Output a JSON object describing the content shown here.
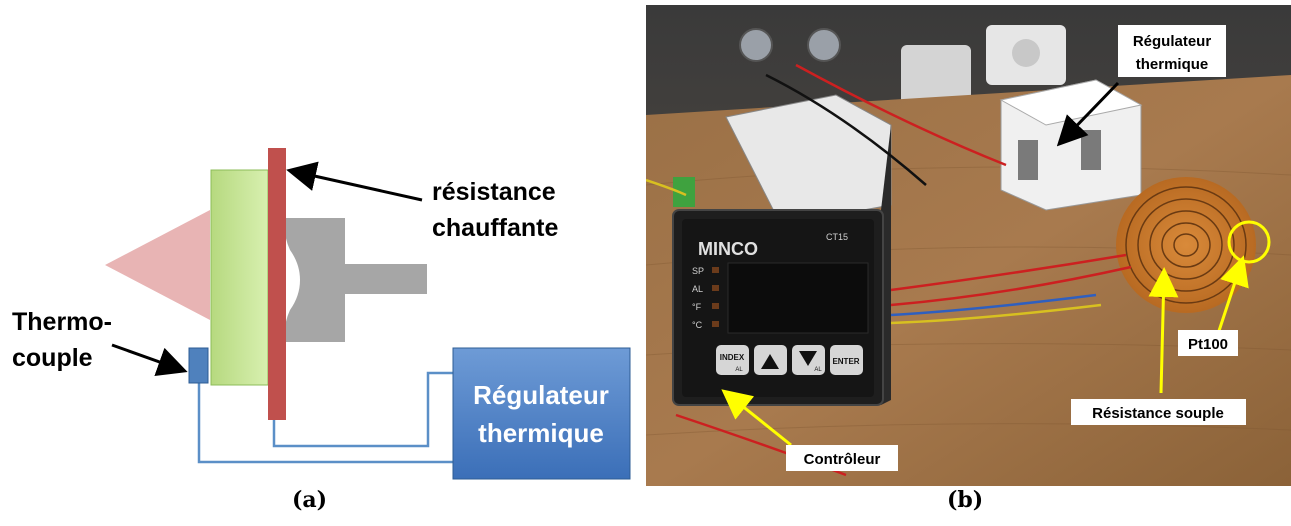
{
  "panel_a": {
    "label_resistance_line1": "résistance",
    "label_resistance_line2": "chauffante",
    "label_thermo_line1": "Thermo-",
    "label_thermo_line2": "couple",
    "regulator_line1": "Régulateur",
    "regulator_line2": "thermique",
    "caption": "(a)"
  },
  "panel_b": {
    "device_brand": "MINCO",
    "device_model": "CT15",
    "led_labels": [
      "SP",
      "AL",
      "°F",
      "°C"
    ],
    "button_index": "INDEX",
    "button_index_sub": "AL",
    "button_down_sub": "AL",
    "button_enter": "ENTER",
    "label_regulateur_line1": "Régulateur",
    "label_regulateur_line2": "thermique",
    "label_controleur": "Contrôleur",
    "label_pt100": "Pt100",
    "label_resistance_souple": "Résistance souple",
    "caption": "(b)"
  },
  "colors": {
    "cone": "#e8b4b4",
    "block": "#c4e39a",
    "heater": "#c0504d",
    "mold": "#a6a6a6",
    "regulator": "#4f81bd",
    "wire": "#5b8fc7",
    "annotation": "#ffff00"
  }
}
